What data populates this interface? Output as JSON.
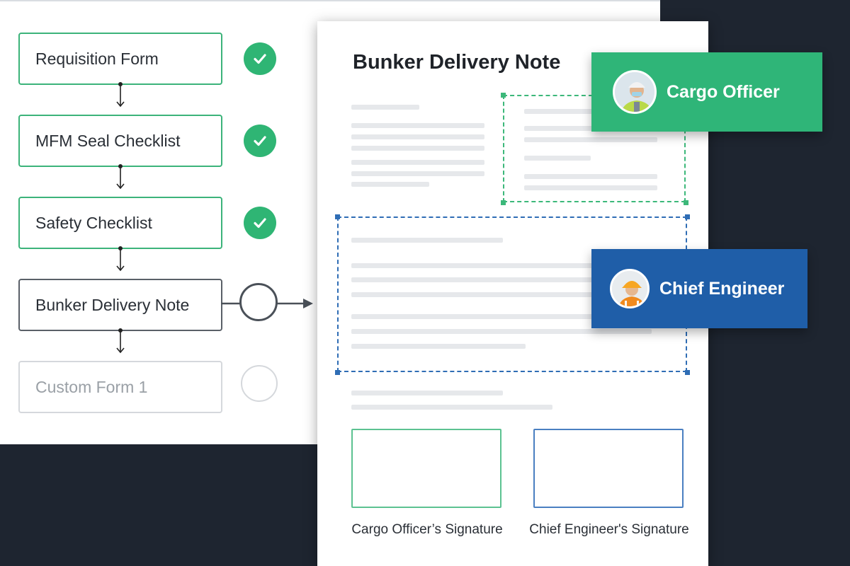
{
  "workflow": {
    "steps": [
      {
        "label": "Requisition Form",
        "status": "complete"
      },
      {
        "label": "MFM Seal Checklist",
        "status": "complete"
      },
      {
        "label": "Safety Checklist",
        "status": "complete"
      },
      {
        "label": "Bunker Delivery Note",
        "status": "current"
      },
      {
        "label": "Custom Form 1",
        "status": "pending"
      }
    ]
  },
  "document": {
    "title": "Bunker Delivery Note",
    "signatures": [
      {
        "label": "Cargo Officer’s Signature"
      },
      {
        "label": "Chief Engineer's Signature"
      }
    ]
  },
  "roles": [
    {
      "label": "Cargo Officer",
      "color": "#2fb578",
      "icon": "worker-avatar-icon"
    },
    {
      "label": "Chief Engineer",
      "color": "#1f5ea8",
      "icon": "engineer-avatar-icon"
    }
  ],
  "colors": {
    "complete": "#2fb574",
    "cargo_section": "#3cb87a",
    "engineer_section": "#2f6db5"
  }
}
